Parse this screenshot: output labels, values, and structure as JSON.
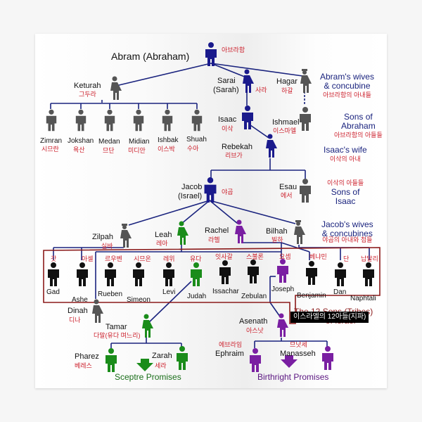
{
  "colors": {
    "male_patriarch": "#1a1a8c",
    "female_wife": "#1a1a8c",
    "other": "#555555",
    "tribe": "#111111",
    "judah_line": "#1a8c1a",
    "joseph_line": "#7a1fa2",
    "korean_text": "#cc1f2b",
    "note_text": "#1a237e",
    "tribe_box": "#8b1a1a"
  },
  "patriarchs": {
    "abram": {
      "name": "Abram (Abraham)",
      "kr": "아브라함"
    },
    "isaac": {
      "name": "Isaac",
      "kr": "이삭"
    },
    "jacob": {
      "name": "Jacob",
      "name2": "(Israel)",
      "kr": "야곱"
    }
  },
  "abram_wives": [
    {
      "name": "Keturah",
      "kr": "그두라"
    },
    {
      "name": "Sarai",
      "name2": "(Sarah)",
      "kr": "사라"
    },
    {
      "name": "Hagar",
      "kr": "하갈"
    }
  ],
  "keturah_sons": [
    {
      "name": "Zimran",
      "kr": "시므란"
    },
    {
      "name": "Jokshan",
      "kr": "욕산"
    },
    {
      "name": "Medan",
      "kr": "므단"
    },
    {
      "name": "Midian",
      "kr": "미디안"
    },
    {
      "name": "Ishbak",
      "kr": "이스박"
    },
    {
      "name": "Shuah",
      "kr": "수아"
    }
  ],
  "ishmael": {
    "name": "Ishmael",
    "kr": "이스마엘"
  },
  "rebekah": {
    "name": "Rebekah",
    "kr": "리브가"
  },
  "esau": {
    "name": "Esau",
    "kr": "에서"
  },
  "jacob_wives": [
    {
      "name": "Zilpah",
      "kr": "실바"
    },
    {
      "name": "Leah",
      "kr": "레아"
    },
    {
      "name": "Rachel",
      "kr": "라헬"
    },
    {
      "name": "Bilhah",
      "kr": "빌하"
    }
  ],
  "tribes": [
    {
      "name": "Gad",
      "kr": "갓"
    },
    {
      "name": "Ashe",
      "kr": "아셀"
    },
    {
      "name": "Rueben",
      "kr": "르우벤"
    },
    {
      "name": "Simeon",
      "kr": "시므온"
    },
    {
      "name": "Levi",
      "kr": "레위"
    },
    {
      "name": "Judah",
      "kr": "유다"
    },
    {
      "name": "Issachar",
      "kr": "잇사갈"
    },
    {
      "name": "Zebulan",
      "kr": "스불론"
    },
    {
      "name": "Joseph",
      "kr": "요셉"
    },
    {
      "name": "Benjamin",
      "kr": "베냐민"
    },
    {
      "name": "Dan",
      "kr": "단"
    },
    {
      "name": "Naphtali",
      "kr": "납달리"
    }
  ],
  "dinah": {
    "name": "Dinah",
    "kr": "디나"
  },
  "tamar": {
    "name": "Tamar",
    "kr": "다말(유다 며느리)"
  },
  "asenath": {
    "name": "Asenath",
    "kr": "아스낫"
  },
  "judah_sons": [
    {
      "name": "Pharez",
      "kr": "베레스"
    },
    {
      "name": "Zarah",
      "kr": "세라"
    }
  ],
  "joseph_sons": [
    {
      "name": "Ephraim",
      "kr": "에브라임"
    },
    {
      "name": "Manasseh",
      "kr": "므낫세"
    }
  ],
  "notes": {
    "abram_wives": {
      "line1": "Abram's wives",
      "line2": "& concubine",
      "kr": "아브라함의 아내들"
    },
    "sons_of_abraham": {
      "line1": "Sons of",
      "line2": "Abraham",
      "kr": "아브라함의 아들들"
    },
    "isaac_wife": {
      "line1": "Isaac's wife",
      "kr": "이삭의 아내"
    },
    "sons_of_isaac": {
      "kr": "이삭의 아들들",
      "line1": "Sons of",
      "line2": "Isaac"
    },
    "jacob_wives": {
      "line1": "Jacob's wives",
      "line2": "& concubines",
      "kr": "야곱의 아내와 첩들"
    },
    "tribes": {
      "line1": "The 12 Sons (Tribes)",
      "line2": "of Israel",
      "banner": "이스라엘의 12아들(지파)"
    }
  },
  "promises": {
    "sceptre": "Sceptre Promises",
    "birthright": "Birthright Promises"
  }
}
